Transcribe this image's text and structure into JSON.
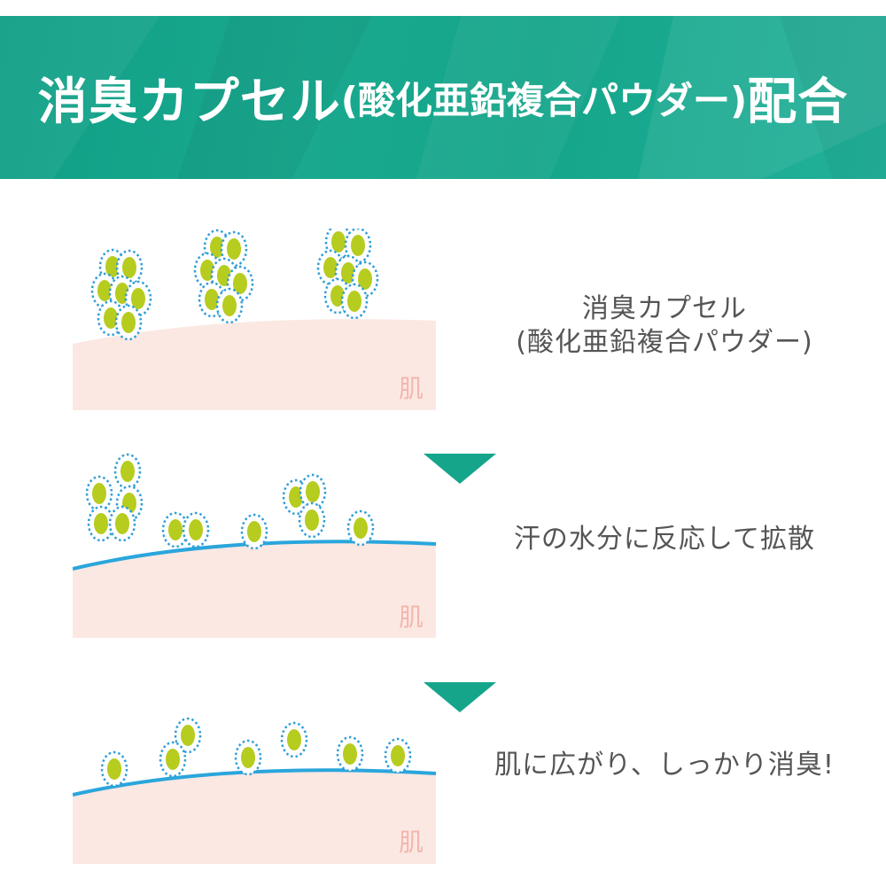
{
  "banner": {
    "title_main": "消臭カプセル",
    "title_sub": "(酸化亜鉛複合パウダー)",
    "title_end": "配合",
    "color": "#15a58b"
  },
  "steps": [
    {
      "caption_line1": "消臭カプセル",
      "caption_line2": "(酸化亜鉛複合パウダー)",
      "skin_label": "肌"
    },
    {
      "caption_line1": "汗の水分に反応して拡散",
      "skin_label": "肌"
    },
    {
      "caption_line1": "肌に広がり、しっかり消臭!",
      "skin_label": "肌"
    }
  ],
  "colors": {
    "skin": "#fbe8e3",
    "skin_label": "#f2b7ad",
    "sweat_line": "#2aa6dc",
    "capsule": "#b6cc1f",
    "capsule_ring": "#2e9ed6",
    "arrow": "#15a58b"
  }
}
